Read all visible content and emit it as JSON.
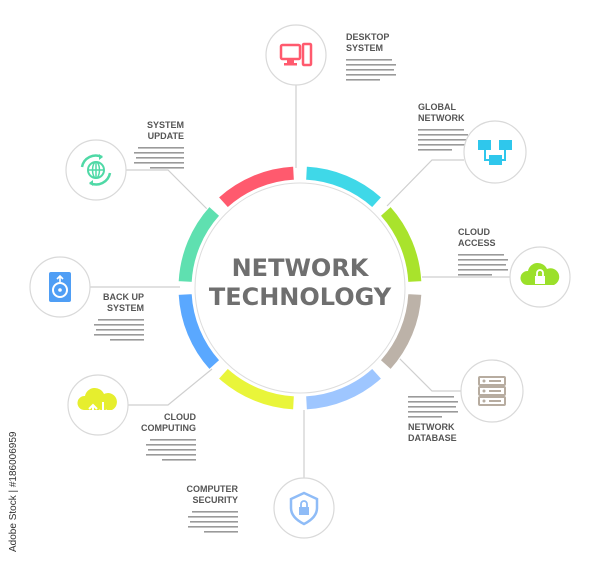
{
  "center": {
    "line1": "NETWORK",
    "line2": "TECHNOLOGY"
  },
  "segments": [
    {
      "color": "#ff5a6e"
    },
    {
      "color": "#3fd8e8"
    },
    {
      "color": "#a9e32c"
    },
    {
      "color": "#bcb2a8"
    },
    {
      "color": "#9ec6ff"
    },
    {
      "color": "#e9f53a"
    },
    {
      "color": "#5aa8ff"
    },
    {
      "color": "#5fe0b0"
    }
  ],
  "nodes": [
    {
      "id": "desktop-system",
      "label1": "DESKTOP",
      "label2": "SYSTEM",
      "icon": "desktop-computer-icon",
      "icon_color": "#ff5a6e"
    },
    {
      "id": "global-network",
      "label1": "GLOBAL",
      "label2": "NETWORK",
      "icon": "network-computers-icon",
      "icon_color": "#2fc7ec"
    },
    {
      "id": "cloud-access",
      "label1": "CLOUD",
      "label2": "ACCESS",
      "icon": "cloud-lock-icon",
      "icon_color": "#9be02a"
    },
    {
      "id": "network-database",
      "label1": "NETWORK",
      "label2": "DATABASE",
      "icon": "server-rack-icon",
      "icon_color": "#b7aca0"
    },
    {
      "id": "computer-security",
      "label1": "COMPUTER",
      "label2": "SECURITY",
      "icon": "shield-lock-icon",
      "icon_color": "#8fbcf7"
    },
    {
      "id": "cloud-computing",
      "label1": "CLOUD",
      "label2": "COMPUTING",
      "icon": "cloud-transfer-icon",
      "icon_color": "#e6ee2e"
    },
    {
      "id": "back-up-system",
      "label1": "BACK UP",
      "label2": "SYSTEM",
      "icon": "backup-drive-icon",
      "icon_color": "#4f9ef5"
    },
    {
      "id": "system-update",
      "label1": "SYSTEM",
      "label2": "UPDATE",
      "icon": "globe-update-icon",
      "icon_color": "#4fd9a6"
    }
  ],
  "watermark": {
    "side_text": "Adobe Stock | #186006959",
    "brand": "Adobe Stock"
  }
}
